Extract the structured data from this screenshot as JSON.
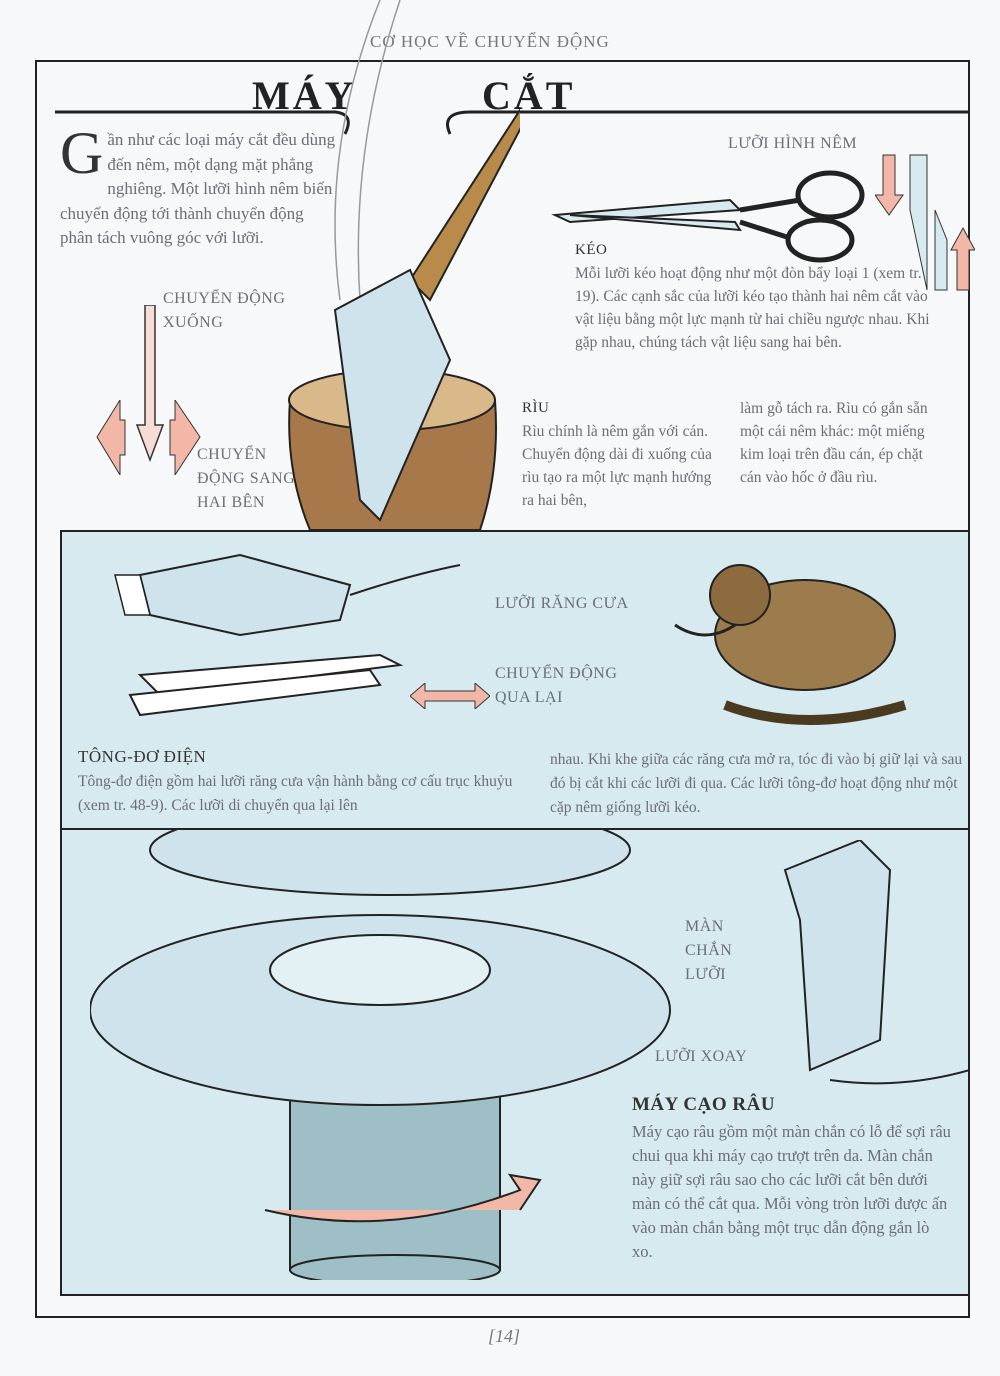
{
  "running_head": "CƠ HỌC VỀ CHUYỂN ĐỘNG",
  "title_left": "MÁY",
  "title_right": "CẮT",
  "intro": {
    "drop_cap": "G",
    "text": "ần như các loại máy cắt đều dùng đến nêm, một dạng mặt phẳng nghiêng. Một lưỡi hình nêm biến chuyển động tới thành chuyển động phân tách vuông góc với lưỡi."
  },
  "labels": {
    "down_motion": "CHUYỂN ĐỘNG XUỐNG",
    "side_motion": "CHUYỂN ĐỘNG SANG HAI BÊN",
    "wedge_blade": "LƯỠI HÌNH NÊM",
    "saw_blade": "LƯỠI RĂNG CƯA",
    "back_forth": "CHUYỂN ĐỘNG QUA LẠI",
    "screen_blade": "MÀN CHẮN LƯỠI",
    "rotating_blade": "LƯỠI XOAY"
  },
  "scissors": {
    "heading": "KÉO",
    "text": "Mỗi lưỡi kéo hoạt động như một đòn bẩy loại 1 (xem tr. 19). Các cạnh sắc của lưỡi kéo tạo thành hai nêm cắt vào vật liệu bằng một lực mạnh từ hai chiều ngược nhau. Khi gặp nhau, chúng tách vật liệu sang hai bên."
  },
  "axe": {
    "heading": "RÌU",
    "col1": "Rìu chính là nêm gắn với cán. Chuyển động dài đi xuống của rìu tạo ra một lực mạnh hướng ra hai bên,",
    "col2": "làm gỗ tách ra. Rìu có gắn sẵn một cái nêm khác: một miếng kim loại trên đầu cán, ép chặt cán vào hốc ở đầu rìu."
  },
  "clipper": {
    "heading": "TÔNG-ĐƠ ĐIỆN",
    "col1": "Tông-đơ điện gồm hai lưỡi răng cưa vận hành bằng cơ cấu trục khuỷu (xem tr. 48-9). Các lưỡi di chuyển qua lại lên",
    "col2": "nhau. Khi khe giữa các răng cưa mở ra, tóc đi vào bị giữ lại và sau đó bị cắt khi các lưỡi đi qua. Các lưỡi tông-đơ hoạt động như một cặp nêm giống lưỡi kéo."
  },
  "shaver": {
    "heading": "MÁY CẠO RÂU",
    "text": "Máy cạo râu gồm một màn chắn có lỗ để sợi râu chui qua khi máy cạo trượt trên da. Màn chắn này giữ sợi râu sao cho các lưỡi cắt bên dưới màn có thể cắt qua. Mỗi vòng tròn lưỡi được ấn vào màn chắn bằng một trục dẫn động gắn lò xo."
  },
  "page_number": "[14]",
  "colors": {
    "panel": "#d6eaef",
    "arrow": "#f2b7a6",
    "wood": "#b98b4a"
  }
}
